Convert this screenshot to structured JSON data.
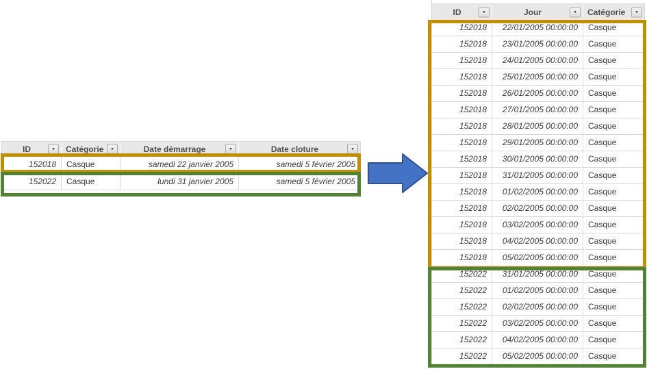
{
  "colors": {
    "gold_border": "#BF8F00",
    "green_border": "#548235",
    "arrow_fill": "#4472C4",
    "arrow_stroke": "#2F528F",
    "header_bg": "#E9E8E8",
    "grid_line": "#D9D9D9",
    "header_text": "#514C47",
    "cell_text": "#3B3A39"
  },
  "icons": {
    "filter_dropdown": "▾"
  },
  "left_table": {
    "columns": [
      {
        "key": "id",
        "label": "ID"
      },
      {
        "key": "categorie",
        "label": "Catégorie"
      },
      {
        "key": "date_demarrage",
        "label": "Date démarrage"
      },
      {
        "key": "date_cloture",
        "label": "Date cloture"
      }
    ],
    "rows": [
      {
        "id": "152018",
        "categorie": "Casque",
        "date_demarrage": "samedi 22 janvier 2005",
        "date_cloture": "samedi 5 février 2005",
        "highlight": "gold"
      },
      {
        "id": "152022",
        "categorie": "Casque",
        "date_demarrage": "lundi 31 janvier 2005",
        "date_cloture": "samedi 5 février 2005",
        "highlight": "green"
      }
    ]
  },
  "right_table": {
    "columns": [
      {
        "key": "id",
        "label": "ID"
      },
      {
        "key": "jour",
        "label": "Jour"
      },
      {
        "key": "categorie",
        "label": "Catégorie"
      }
    ],
    "rows": [
      {
        "id": "152018",
        "jour": "22/01/2005 00:00:00",
        "categorie": "Casque",
        "highlight": "gold"
      },
      {
        "id": "152018",
        "jour": "23/01/2005 00:00:00",
        "categorie": "Casque",
        "highlight": "gold"
      },
      {
        "id": "152018",
        "jour": "24/01/2005 00:00:00",
        "categorie": "Casque",
        "highlight": "gold"
      },
      {
        "id": "152018",
        "jour": "25/01/2005 00:00:00",
        "categorie": "Casque",
        "highlight": "gold"
      },
      {
        "id": "152018",
        "jour": "26/01/2005 00:00:00",
        "categorie": "Casque",
        "highlight": "gold"
      },
      {
        "id": "152018",
        "jour": "27/01/2005 00:00:00",
        "categorie": "Casque",
        "highlight": "gold"
      },
      {
        "id": "152018",
        "jour": "28/01/2005 00:00:00",
        "categorie": "Casque",
        "highlight": "gold"
      },
      {
        "id": "152018",
        "jour": "29/01/2005 00:00:00",
        "categorie": "Casque",
        "highlight": "gold"
      },
      {
        "id": "152018",
        "jour": "30/01/2005 00:00:00",
        "categorie": "Casque",
        "highlight": "gold"
      },
      {
        "id": "152018",
        "jour": "31/01/2005 00:00:00",
        "categorie": "Casque",
        "highlight": "gold"
      },
      {
        "id": "152018",
        "jour": "01/02/2005 00:00:00",
        "categorie": "Casque",
        "highlight": "gold"
      },
      {
        "id": "152018",
        "jour": "02/02/2005 00:00:00",
        "categorie": "Casque",
        "highlight": "gold"
      },
      {
        "id": "152018",
        "jour": "03/02/2005 00:00:00",
        "categorie": "Casque",
        "highlight": "gold"
      },
      {
        "id": "152018",
        "jour": "04/02/2005 00:00:00",
        "categorie": "Casque",
        "highlight": "gold"
      },
      {
        "id": "152018",
        "jour": "05/02/2005 00:00:00",
        "categorie": "Casque",
        "highlight": "gold"
      },
      {
        "id": "152022",
        "jour": "31/01/2005 00:00:00",
        "categorie": "Casque",
        "highlight": "green"
      },
      {
        "id": "152022",
        "jour": "01/02/2005 00:00:00",
        "categorie": "Casque",
        "highlight": "green"
      },
      {
        "id": "152022",
        "jour": "02/02/2005 00:00:00",
        "categorie": "Casque",
        "highlight": "green"
      },
      {
        "id": "152022",
        "jour": "03/02/2005 00:00:00",
        "categorie": "Casque",
        "highlight": "green"
      },
      {
        "id": "152022",
        "jour": "04/02/2005 00:00:00",
        "categorie": "Casque",
        "highlight": "green"
      },
      {
        "id": "152022",
        "jour": "05/02/2005 00:00:00",
        "categorie": "Casque",
        "highlight": "green"
      }
    ]
  }
}
